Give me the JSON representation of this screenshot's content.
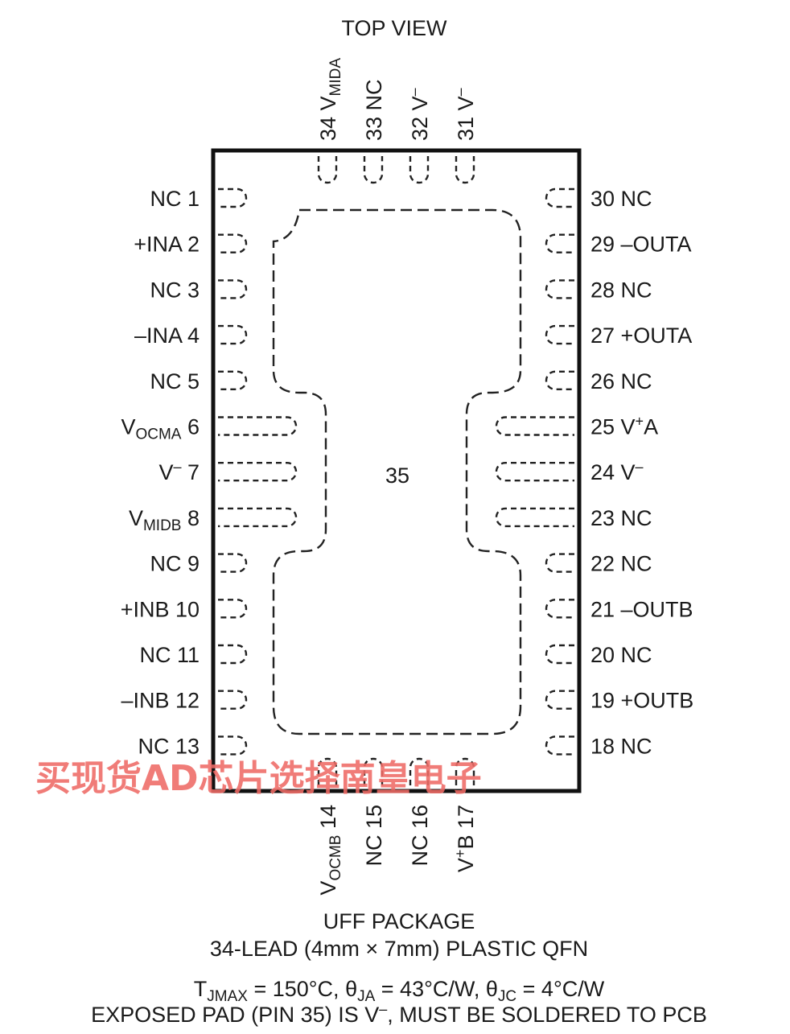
{
  "title": "TOP VIEW",
  "package_name": "UFF PACKAGE",
  "package_desc": "34-LEAD (4mm × 7mm) PLASTIC QFN",
  "thermal_note": {
    "tjmax_sym": "T",
    "tjmax_sub": "JMAX",
    "tjmax_val": " = 150°C, ",
    "theta_ja_sym": "θ",
    "theta_ja_sub": "JA",
    "theta_ja_val": " = 43°C/W, ",
    "theta_jc_sym": "θ",
    "theta_jc_sub": "JC",
    "theta_jc_val": " = 4°C/W"
  },
  "pad_note": {
    "text_a": "EXPOSED PAD (PIN 35) IS V",
    "sup": "–",
    "text_b": ", MUST BE SOLDERED TO PCB"
  },
  "exposed_pad_label": "35",
  "left_pins": [
    {
      "main": "NC 1"
    },
    {
      "main": "+INA 2"
    },
    {
      "main": "NC 3"
    },
    {
      "main": "–INA 4"
    },
    {
      "main": "NC 5"
    },
    {
      "pre": "V",
      "sub": "OCMA",
      "post": " 6"
    },
    {
      "pre": "V",
      "sup": "–",
      "post": " 7"
    },
    {
      "pre": "V",
      "sub": "MIDB",
      "post": " 8"
    },
    {
      "main": "NC 9"
    },
    {
      "main": "+INB 10"
    },
    {
      "main": "NC 11"
    },
    {
      "main": "–INB 12"
    },
    {
      "main": "NC 13"
    }
  ],
  "right_pins": [
    {
      "main": "30 NC"
    },
    {
      "main": "29 –OUTA"
    },
    {
      "main": "28 NC"
    },
    {
      "main": "27 +OUTA"
    },
    {
      "main": "26 NC"
    },
    {
      "pre": "25 V",
      "sup": "+",
      "post": "A"
    },
    {
      "pre": "24 V",
      "sup": "–"
    },
    {
      "main": "23 NC"
    },
    {
      "main": "22 NC"
    },
    {
      "main": "21 –OUTB"
    },
    {
      "main": "20 NC"
    },
    {
      "main": "19 +OUTB"
    },
    {
      "main": "18 NC"
    }
  ],
  "top_pins": [
    {
      "pre": "34 V",
      "sub": "MIDA"
    },
    {
      "main": "33 NC"
    },
    {
      "pre": "32 V",
      "sup": "–"
    },
    {
      "pre": "31 V",
      "sup": "–"
    }
  ],
  "bottom_pins": [
    {
      "pre": "V",
      "sub": "OCMB",
      "post": " 14"
    },
    {
      "main": "NC 15"
    },
    {
      "main": "NC 16"
    },
    {
      "pre": "V",
      "sup": "+",
      "post": "B 17"
    }
  ],
  "watermark": "买现货AD芯片选择南皇电子",
  "colors": {
    "watermark": "#ef6b66",
    "outline": "#111111"
  }
}
